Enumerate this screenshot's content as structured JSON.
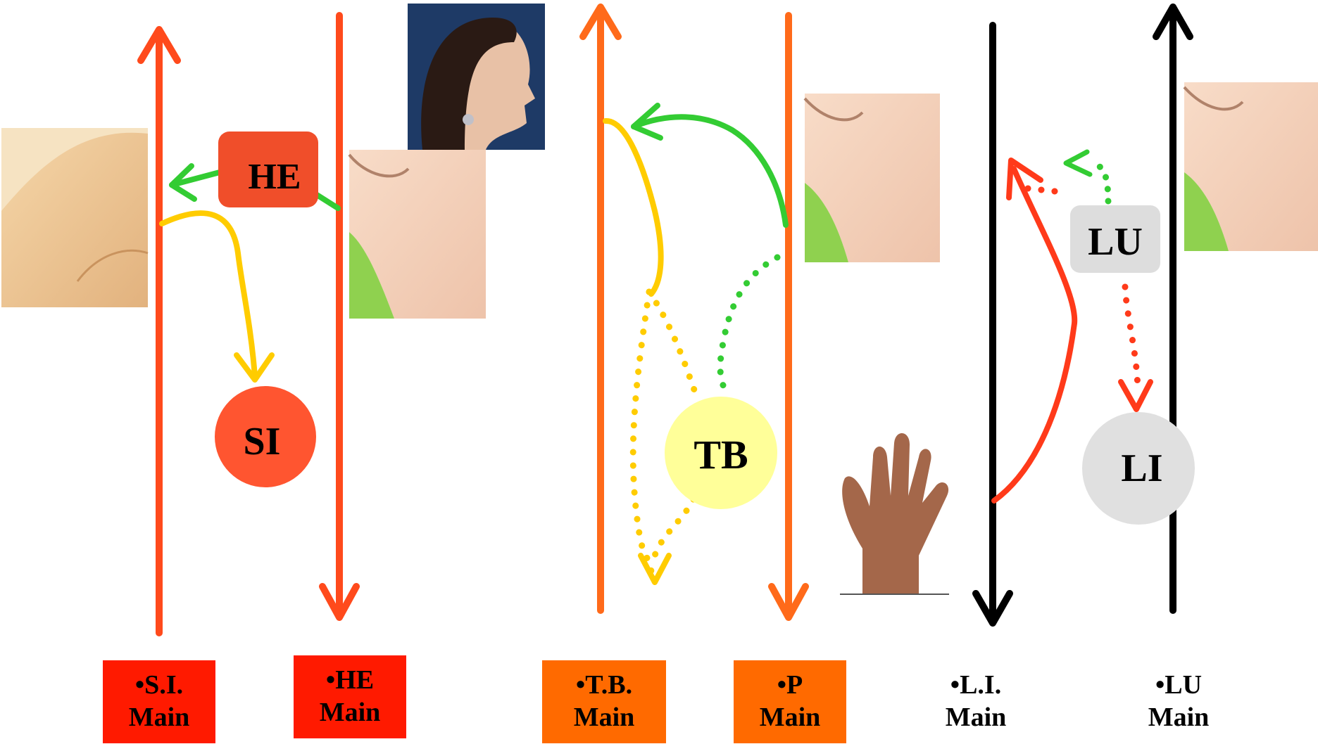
{
  "nodes": {
    "he": "HE",
    "si": "SI",
    "tb": "TB",
    "lu": "LU",
    "li": "LI"
  },
  "labels": [
    {
      "line1": "•S.I.",
      "line2": "Main"
    },
    {
      "line1": "•HE",
      "line2": "Main"
    },
    {
      "line1": "•T.B.",
      "line2": "Main"
    },
    {
      "line1": "•P",
      "line2": "Main"
    },
    {
      "line1": "•L.I.",
      "line2": "Main"
    },
    {
      "line1": "•LU",
      "line2": "Main"
    }
  ],
  "colors": {
    "si_he_meridian": "#ff4a1c",
    "tb_p_meridian": "#ff6a1a",
    "li_lu_meridian": "#000000",
    "branch_yellow": "#ffcc00",
    "branch_green": "#33cc33",
    "branch_red": "#ff3a1a",
    "he_box": "#f04e2a",
    "si_circle": "#ff5530",
    "tb_circle": "#ffff99",
    "lu_box": "#dddddd",
    "li_circle": "#e0e0e0",
    "label_red": "#ff1a00",
    "label_orange": "#ff6a00"
  },
  "images": [
    "shoulder-photo",
    "armpit-photo",
    "portrait-photo",
    "armpit-photo",
    "hand-photo",
    "armpit-photo"
  ]
}
